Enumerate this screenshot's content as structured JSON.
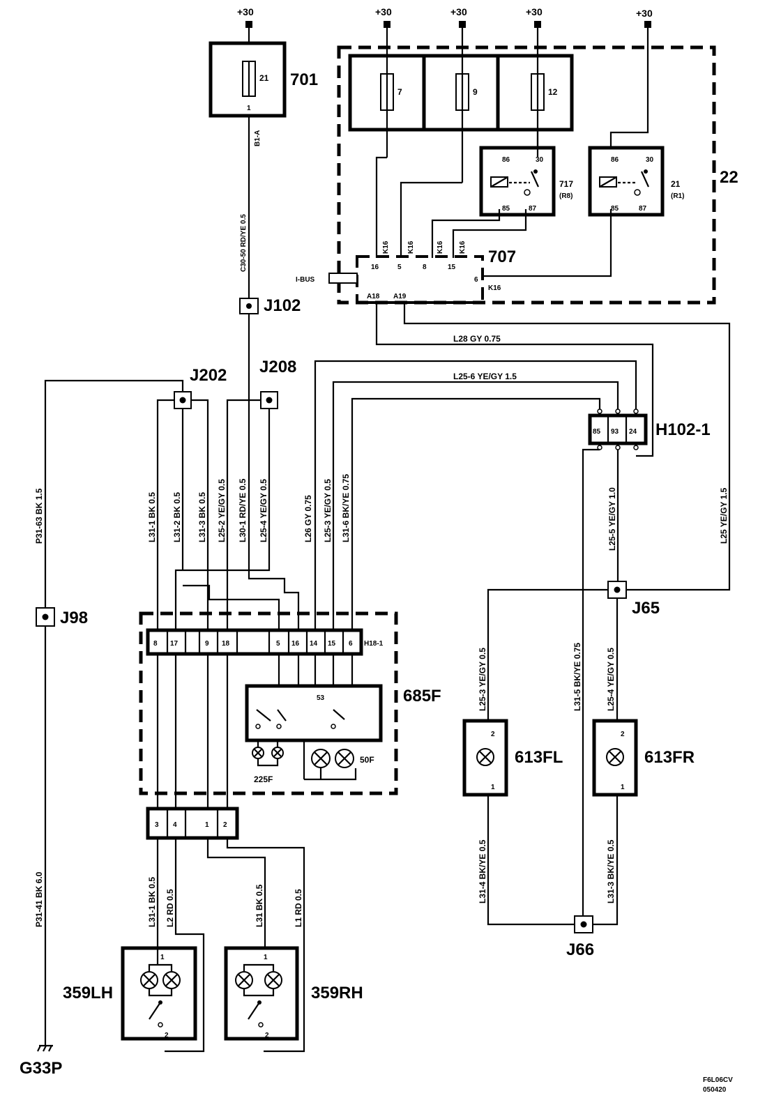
{
  "supply": {
    "plus30": "+30"
  },
  "components": {
    "c701": "701",
    "c701_fuse": "21",
    "c701_pin": "1",
    "c701_term": "B1-A",
    "c22": "22",
    "fuse7": "7",
    "fuse9": "9",
    "fuse12": "12",
    "relay717": "717",
    "relay717_sub": "(R8)",
    "relay21": "21",
    "relay21_sub": "(R1)",
    "relay_pins": {
      "p86": "86",
      "p30": "30",
      "p85": "85",
      "p87": "87"
    },
    "c707": "707",
    "ibus": "I-BUS",
    "c707_pins": {
      "p16": "16",
      "p5": "5",
      "p8": "8",
      "p15": "15",
      "p6": "6",
      "a18": "A18",
      "a19": "A19"
    },
    "k16": "K16",
    "h102": "H102-1",
    "h102_pins": {
      "p85": "85",
      "p93": "93",
      "p24": "24"
    },
    "h18": "H18-1",
    "h18_pins": {
      "p8": "8",
      "p17": "17",
      "p9": "9",
      "p18": "18",
      "p5": "5",
      "p16": "16",
      "p14": "14",
      "p15": "15",
      "p6": "6"
    },
    "c685f": "685F",
    "c53": "53",
    "c225f": "225F",
    "c50f": "50F",
    "plug_pins": {
      "p3": "3",
      "p4": "4",
      "p1": "1",
      "p2": "2"
    },
    "c613fl": "613FL",
    "c613fr": "613FR",
    "c359lh": "359LH",
    "c359rh": "359RH",
    "lamp_pins": {
      "p1": "1",
      "p2": "2"
    },
    "g33p": "G33P"
  },
  "junctions": {
    "j102": "J102",
    "j202": "J202",
    "j208": "J208",
    "j98": "J98",
    "j65": "J65",
    "j66": "J66"
  },
  "wires": {
    "c30_50": "C30-50  RD/YE  0.5",
    "l28": "L28  GY  0.75",
    "l25_6": "L25-6  YE/GY  1.5",
    "p31_63": "P31-63  BK  1.5",
    "l31_1": "L31-1  BK  0.5",
    "l31_2": "L31-2  BK  0.5",
    "l31_3": "L31-3  BK  0.5",
    "l25_2": "L25-2  YE/GY  0.5",
    "l30_1": "L30-1  RD/YE  0.5",
    "l25_4": "L25-4  YE/GY  0.5",
    "l26": "L26  GY  0.75",
    "l25_3": "L25-3  YE/GY  0.5",
    "l31_6": "L31-6  BK/YE  0.75",
    "l25_5": "L25-5  YE/GY  1.0",
    "l25": "L25  YE/GY  1.5",
    "l25_3b": "L25-3  YE/GY  0.5",
    "l31_5": "L31-5  BK/YE  0.75",
    "l25_4b": "L25-4  YE/GY  0.5",
    "l31_4": "L31-4  BK/YE  0.5",
    "l31_3b": "L31-3  BK/YE  0.5",
    "l31_1b": "L31-1  BK  0.5",
    "l2": "L2  RD  0.5",
    "l31": "L31  BK  0.5",
    "l1": "L1  RD  0.5",
    "p31_41": "P31-41  BK  6.0"
  },
  "footer": {
    "code1": "F6L06CV",
    "code2": "050420"
  }
}
